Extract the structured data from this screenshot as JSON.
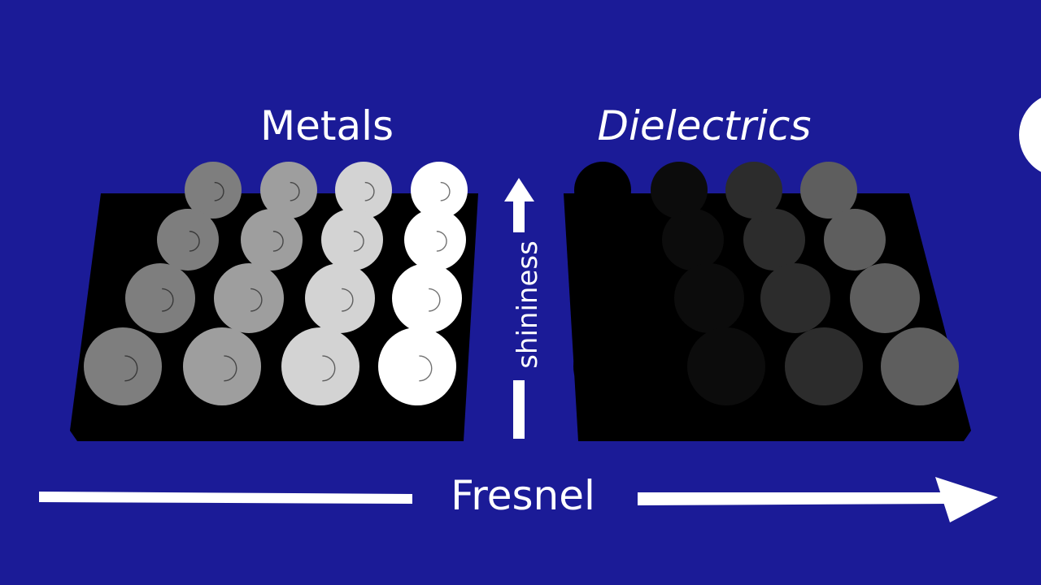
{
  "labels": {
    "metals": "Metals",
    "dielectrics": "Dielectrics",
    "shininess": "shininess",
    "fresnel": "Fresnel"
  },
  "colors": {
    "background": "#1b1b97",
    "board": "#000000",
    "text": "#ffffff"
  },
  "metals": {
    "shades": [
      "#7e7e7e",
      "#9e9e9e",
      "#d3d3d3",
      "#ffffff"
    ]
  },
  "dielectrics": {
    "shades": [
      "#000000",
      "#0c0c0c",
      "#2c2c2c",
      "#5e5e5e"
    ]
  }
}
